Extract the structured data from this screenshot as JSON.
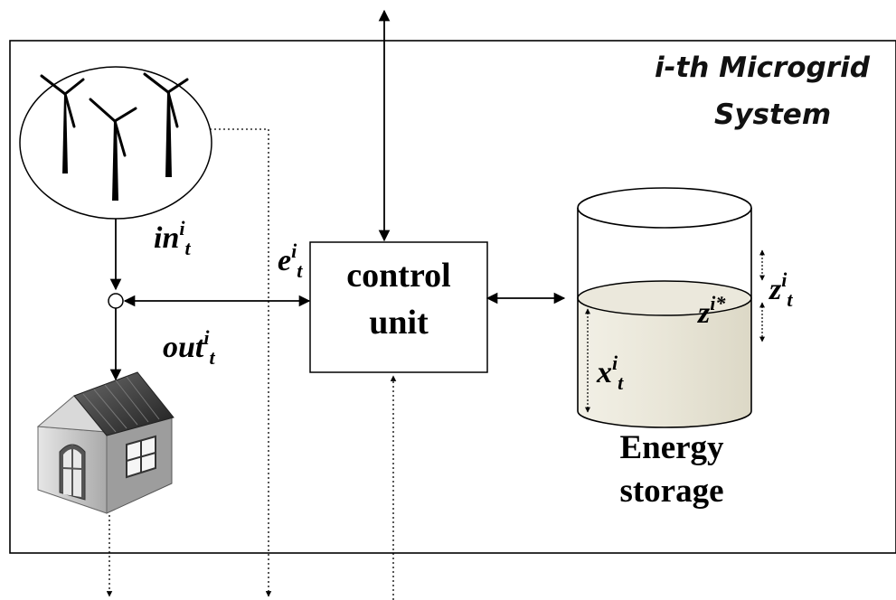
{
  "title": {
    "line1": "i-th Microgrid",
    "line2": "System"
  },
  "control_unit": {
    "line1": "control",
    "line2": "unit"
  },
  "storage": {
    "line1": "Energy",
    "line2": "storage"
  },
  "variables": {
    "in": {
      "base": "in",
      "sup": "i",
      "sub": "t"
    },
    "out": {
      "base": "out",
      "sup": "i",
      "sub": "t"
    },
    "e": {
      "base": "e",
      "sup": "i",
      "sub": "t"
    },
    "x": {
      "base": "x",
      "sup": "i",
      "sub": "t"
    },
    "z": {
      "base": "z",
      "sup": "i",
      "sub": "t"
    },
    "zstar": {
      "base": "z",
      "sup": "i*"
    }
  },
  "icons": {
    "wind_farm": "wind-turbines-icon",
    "house": "house-icon"
  },
  "colors": {
    "line": "#000000",
    "liquid": "#ebe8dc",
    "roof": "#3a3a3a",
    "wall": "#cfcfcf"
  }
}
